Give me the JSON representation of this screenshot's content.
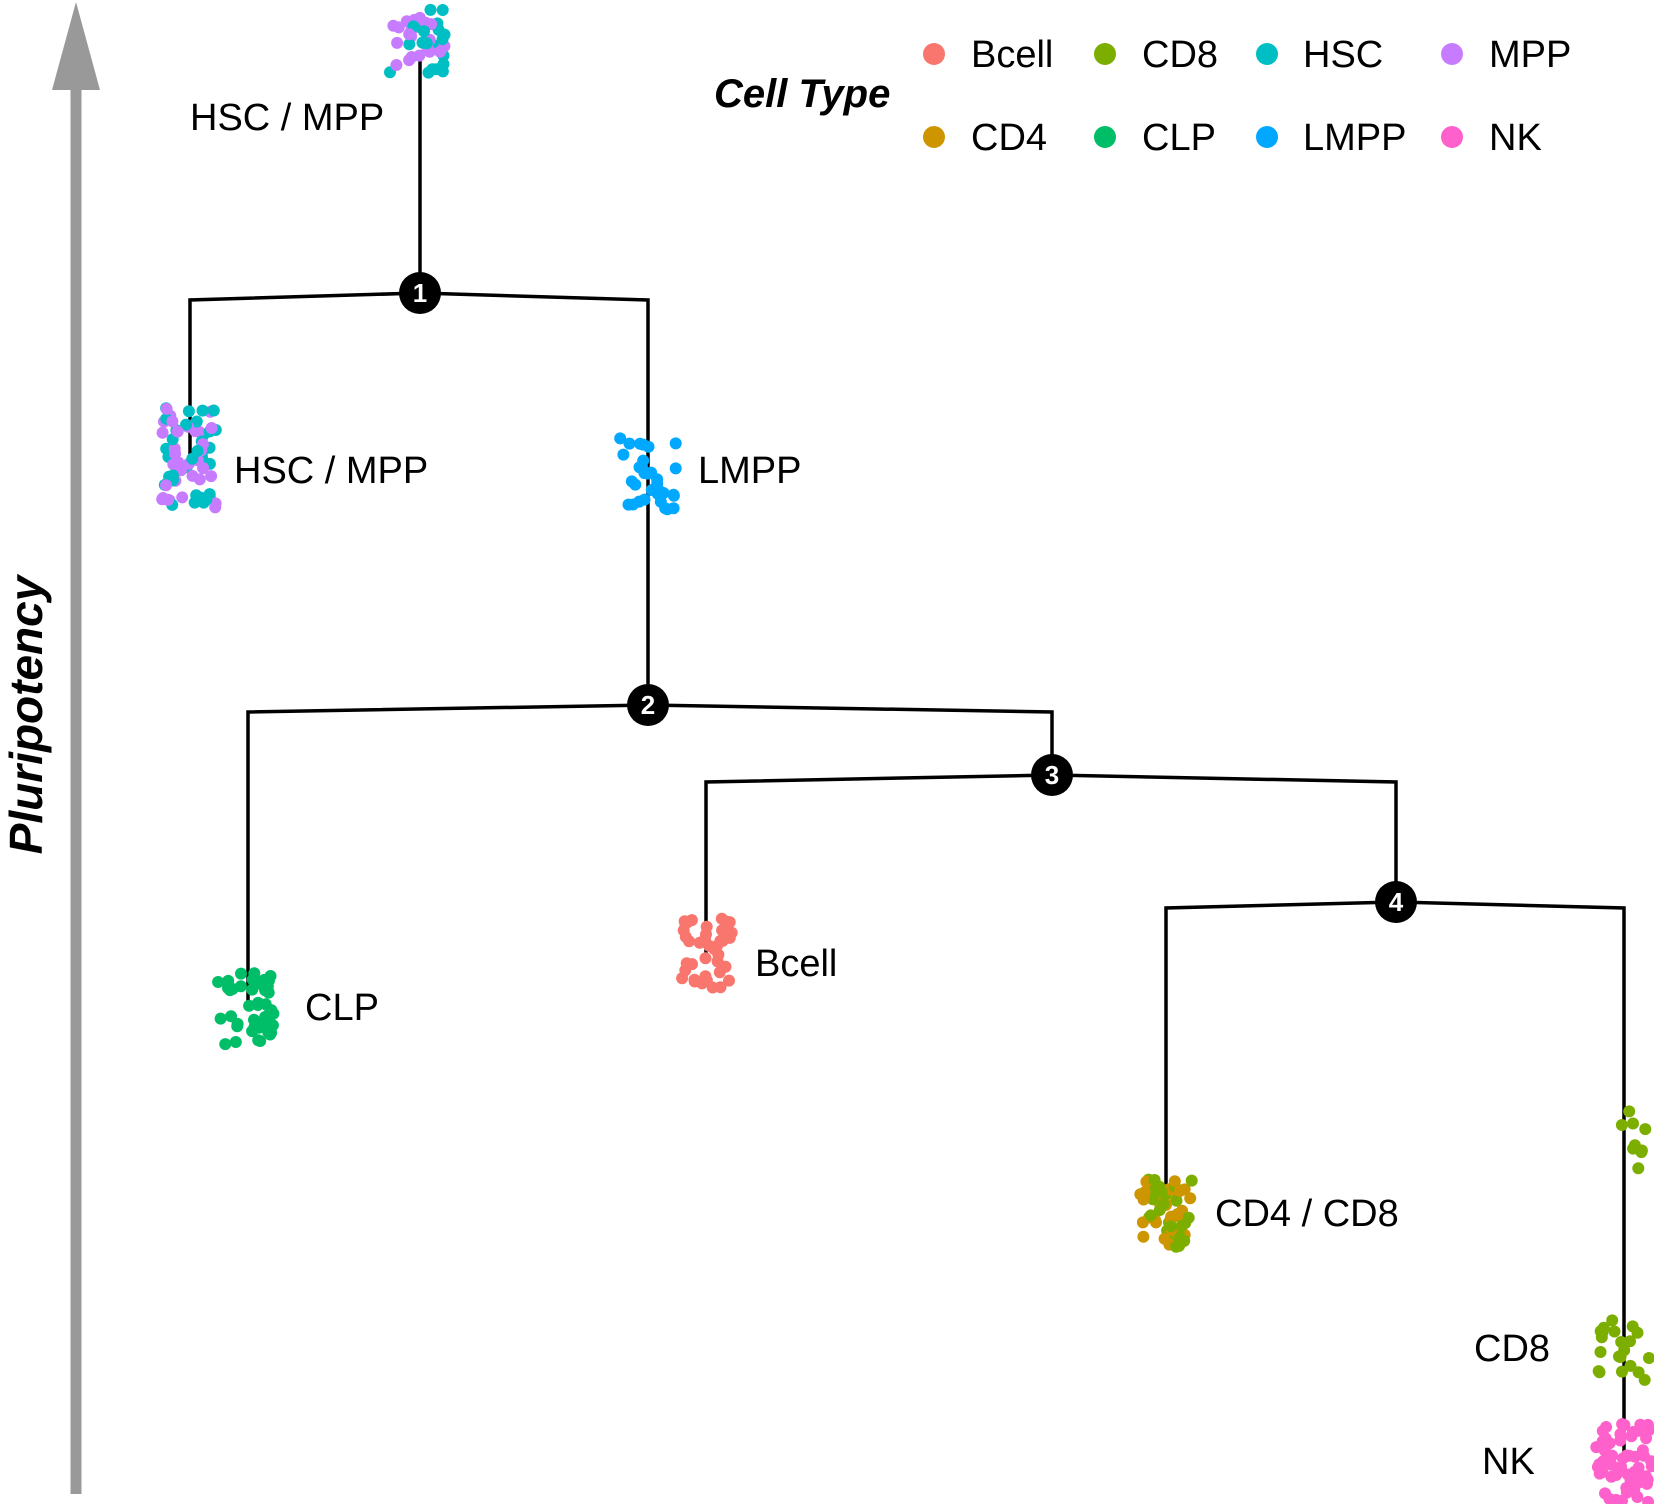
{
  "axis": {
    "label": "Pluripotency"
  },
  "legend": {
    "title": "Cell Type",
    "items": [
      {
        "name": "Bcell",
        "color": "#F8766D"
      },
      {
        "name": "CD8",
        "color": "#7CAE00"
      },
      {
        "name": "HSC",
        "color": "#00BFC4"
      },
      {
        "name": "MPP",
        "color": "#C77CFF"
      },
      {
        "name": "CD4",
        "color": "#CD9600"
      },
      {
        "name": "CLP",
        "color": "#00BE67"
      },
      {
        "name": "LMPP",
        "color": "#00A9FF"
      },
      {
        "name": "NK",
        "color": "#FF61CC"
      }
    ]
  },
  "nodes": [
    {
      "id": "1",
      "label": "1"
    },
    {
      "id": "2",
      "label": "2"
    },
    {
      "id": "3",
      "label": "3"
    },
    {
      "id": "4",
      "label": "4"
    }
  ],
  "clusters": [
    {
      "id": "root",
      "label": "HSC / MPP",
      "types": [
        "HSC",
        "MPP"
      ]
    },
    {
      "id": "hscmpp",
      "label": "HSC / MPP",
      "types": [
        "HSC",
        "MPP"
      ]
    },
    {
      "id": "lmpp",
      "label": "LMPP",
      "types": [
        "LMPP"
      ]
    },
    {
      "id": "clp",
      "label": "CLP",
      "types": [
        "CLP"
      ]
    },
    {
      "id": "bcell",
      "label": "Bcell",
      "types": [
        "Bcell"
      ]
    },
    {
      "id": "cd4cd8",
      "label": "CD4 / CD8",
      "types": [
        "CD4",
        "CD8"
      ]
    },
    {
      "id": "cd8top",
      "label": "",
      "types": [
        "CD8"
      ]
    },
    {
      "id": "cd8",
      "label": "CD8",
      "types": [
        "CD8"
      ]
    },
    {
      "id": "nk",
      "label": "NK",
      "types": [
        "NK"
      ]
    }
  ]
}
